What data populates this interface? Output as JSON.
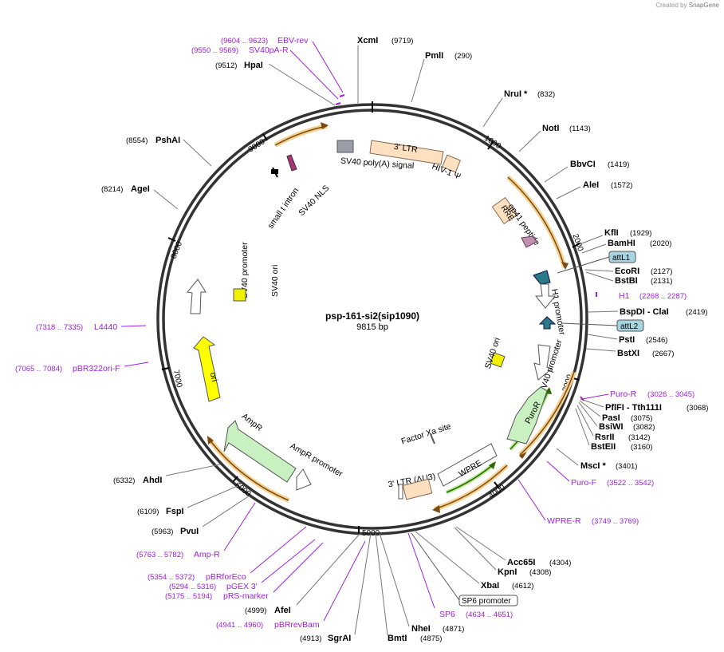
{
  "credit": {
    "text": "Created by",
    "brand": "SnapGene"
  },
  "plasmid": {
    "name": "psp-161-si2(sip1090)",
    "size": "9815 bp"
  },
  "ticks": [
    "1000",
    "2000",
    "3000",
    "4000",
    "5000",
    "6000",
    "7000",
    "8000",
    "9000"
  ],
  "enzymes": [
    {
      "name": "XcmI",
      "pos": "(9719)"
    },
    {
      "name": "PmlI",
      "pos": "(290)"
    },
    {
      "name": "NruI *",
      "pos": "(832)"
    },
    {
      "name": "NotI",
      "pos": "(1143)"
    },
    {
      "name": "BbvCI",
      "pos": "(1419)"
    },
    {
      "name": "AleI",
      "pos": "(1572)"
    },
    {
      "name": "KflI",
      "pos": "(1929)"
    },
    {
      "name": "BamHI",
      "pos": "(2020)"
    },
    {
      "name": "EcoRI",
      "pos": "(2127)"
    },
    {
      "name": "BstBI",
      "pos": "(2131)"
    },
    {
      "name": "BspDI - ClaI",
      "pos": "(2419)"
    },
    {
      "name": "PstI",
      "pos": "(2546)"
    },
    {
      "name": "BstXI",
      "pos": "(2667)"
    },
    {
      "name": "PflFI - Tth111I",
      "pos": "(3068)"
    },
    {
      "name": "PasI",
      "pos": "(3075)"
    },
    {
      "name": "BsiWI",
      "pos": "(3082)"
    },
    {
      "name": "RsrII",
      "pos": "(3142)"
    },
    {
      "name": "BstEII",
      "pos": "(3160)"
    },
    {
      "name": "MscI *",
      "pos": "(3401)"
    },
    {
      "name": "Acc65I",
      "pos": "(4304)"
    },
    {
      "name": "KpnI",
      "pos": "(4308)"
    },
    {
      "name": "XbaI",
      "pos": "(4612)"
    },
    {
      "name": "NheI",
      "pos": "(4871)"
    },
    {
      "name": "BmtI",
      "pos": "(4875)"
    },
    {
      "name": "SgrAI",
      "pos": "(4913)"
    },
    {
      "name": "AfeI",
      "pos": "(4999)"
    },
    {
      "name": "PvuI",
      "pos": "(5963)"
    },
    {
      "name": "FspI",
      "pos": "(6109)"
    },
    {
      "name": "AhdI",
      "pos": "(6332)"
    },
    {
      "name": "AgeI",
      "pos": "(8214)"
    },
    {
      "name": "PshAI",
      "pos": "(8554)"
    },
    {
      "name": "HpaI",
      "pos": "(9512)"
    }
  ],
  "primers": [
    {
      "name": "EBV-rev",
      "pos": "(9604 .. 9623)"
    },
    {
      "name": "SV40pA-R",
      "pos": "(9550 .. 9569)"
    },
    {
      "name": "H1",
      "pos": "(2268 .. 2287)"
    },
    {
      "name": "Puro-R",
      "pos": "(3026 .. 3045)"
    },
    {
      "name": "Puro-F",
      "pos": "(3522 .. 3542)"
    },
    {
      "name": "WPRE-R",
      "pos": "(3749 .. 3769)"
    },
    {
      "name": "SP6",
      "pos": "(4634 .. 4651)"
    },
    {
      "name": "pBRrevBam",
      "pos": "(4941 .. 4960)"
    },
    {
      "name": "pRS-marker",
      "pos": "(5175 .. 5194)"
    },
    {
      "name": "pGEX 3'",
      "pos": "(5294 .. 5316)"
    },
    {
      "name": "pBRforEco",
      "pos": "(5354 .. 5372)"
    },
    {
      "name": "Amp-R",
      "pos": "(5763 .. 5782)"
    },
    {
      "name": "pBR322ori-F",
      "pos": "(7065 .. 7084)"
    },
    {
      "name": "L4440",
      "pos": "(7318 .. 7335)"
    }
  ],
  "boxed": {
    "attL1": "attL1",
    "attL2": "attL2",
    "sp6promoter": "SP6 promoter"
  },
  "features": {
    "ltr3": "3' LTR",
    "hiv": "HIV-1 Ψ",
    "sv40polyA": "SV40 poly(A) signal",
    "rre": "RRE",
    "gp41": "gp41 peptide",
    "h1promoter": "H1 promoter",
    "sv40ori_r": "SV40 ori",
    "sv40promoter_r": "SV40 promoter",
    "puror": "PuroR",
    "wpre": "WPRE",
    "factorxa": "Factor Xa site",
    "ltr3du3": "3' LTR (ΔU3)",
    "ampr": "AmpR",
    "amprpromoter": "AmpR promoter",
    "ori": "ori",
    "sv40promoter_l": "SV40 promoter",
    "sv40ori_l": "SV40 ori",
    "smalltintron": "small t intron",
    "sv40nls": "SV40 NLS"
  },
  "colors": {
    "backbone": "#333333",
    "primer": "#a020e0",
    "orange": "#f0a030",
    "green": "#40a000"
  }
}
